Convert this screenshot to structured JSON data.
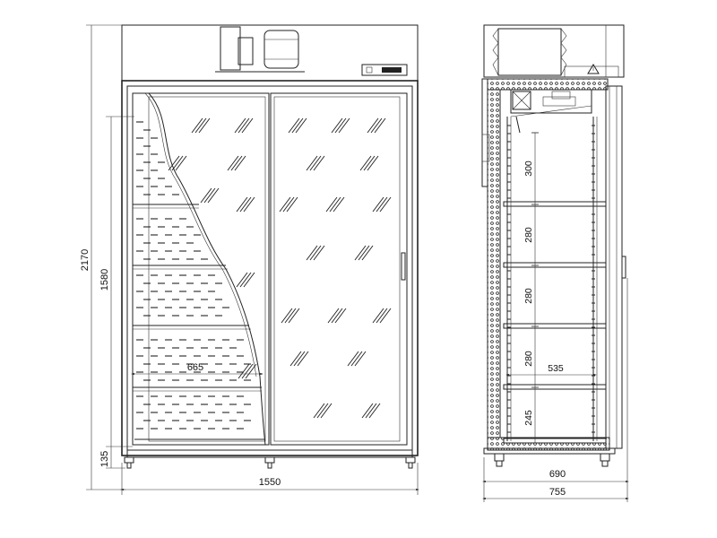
{
  "front_view": {
    "total_height": "2170",
    "door_height": "1580",
    "base_height": "135",
    "shelf_width": "665",
    "total_width": "1550"
  },
  "side_view": {
    "shelf_spacings": [
      "300",
      "280",
      "280",
      "280",
      "245"
    ],
    "inner_depth": "535",
    "depth_body": "690",
    "depth_total": "755"
  },
  "icons": {
    "warning": "warning-triangle-icon",
    "controller": "controller-display-icon"
  }
}
